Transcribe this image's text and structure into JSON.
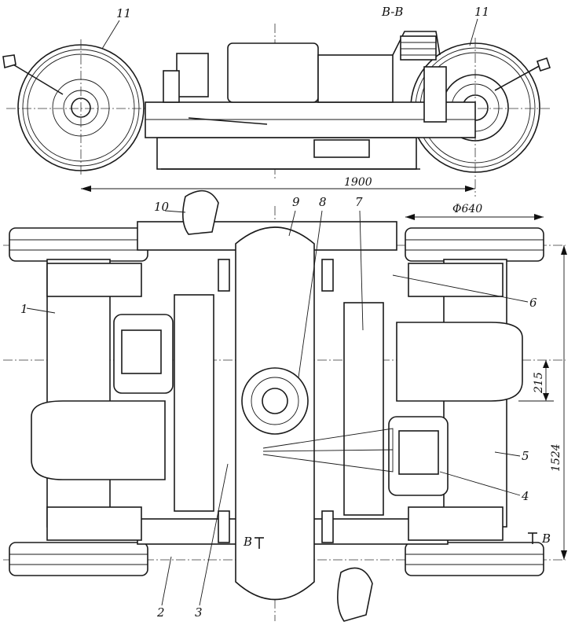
{
  "section_label": "B-B",
  "section_marker_left": "B",
  "section_marker_right": "B",
  "dimensions": {
    "wheelbase": "1900",
    "wheel_diameter": "Φ640",
    "gauge": "1524",
    "offset": "215"
  },
  "callouts": [
    "1",
    "2",
    "3",
    "4",
    "5",
    "6",
    "7",
    "8",
    "9",
    "10",
    "11",
    "11"
  ]
}
